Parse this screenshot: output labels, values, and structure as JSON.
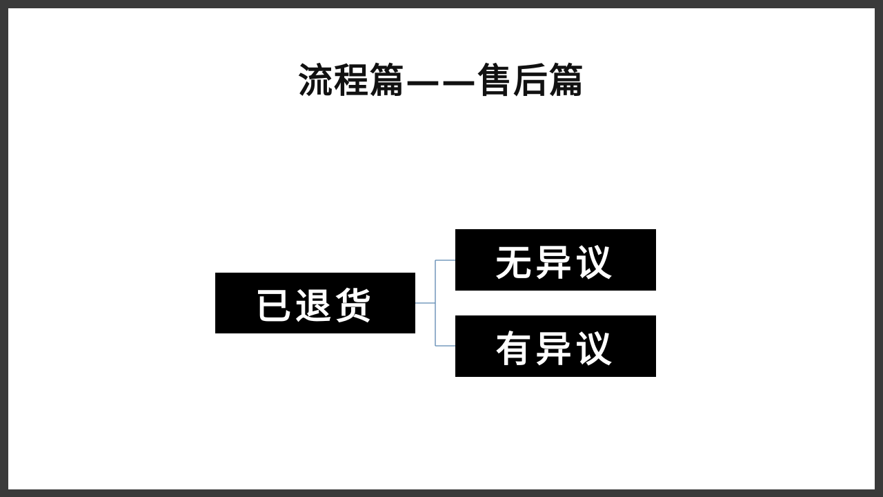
{
  "title": "流程篇——售后篇",
  "diagram": {
    "root": {
      "label": "已退货"
    },
    "children": [
      {
        "label": "无异议"
      },
      {
        "label": "有异议"
      }
    ],
    "connector_color": "#5a86b0",
    "box_color": "#000000",
    "text_color": "#ffffff"
  }
}
